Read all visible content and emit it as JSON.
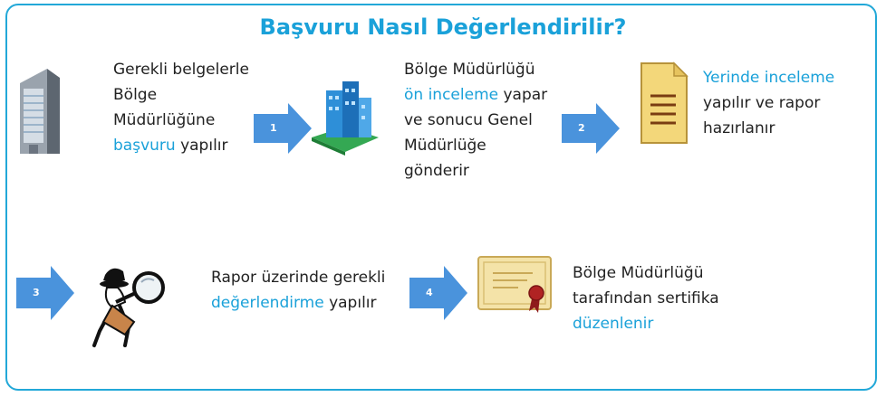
{
  "title": "Başvuru Nasıl Değerlendirilir?",
  "steps": {
    "s0": {
      "pre": "Gerekli belgelerle Bölge Müdürlüğüne ",
      "hl": "başvuru",
      "post": " yapılır"
    },
    "s1": {
      "pre": "Bölge Müdürlüğü ",
      "hl": "ön inceleme",
      "post": " yapar ve sonucu Genel Müdürlüğe gönderir"
    },
    "s2": {
      "hl": "Yerinde inceleme",
      "post": " yapılır ve rapor hazırlanır"
    },
    "s3": {
      "pre": "Rapor üzerinde gerekli ",
      "hl": "değerlendirme",
      "post": " yapılır"
    },
    "s4": {
      "pre": "Bölge Müdürlüğü tarafından sertifika ",
      "hl": "düzenlenir"
    }
  },
  "arrows": {
    "a1": "1",
    "a2": "2",
    "a3": "3",
    "a4": "4"
  },
  "icons": [
    "building-icon",
    "globe-building-icon",
    "document-icon",
    "detective-magnifier-icon",
    "certificate-icon"
  ],
  "colors": {
    "accent": "#1aa1d9",
    "arrow": "#4a93dc",
    "border": "#22a8d8"
  }
}
